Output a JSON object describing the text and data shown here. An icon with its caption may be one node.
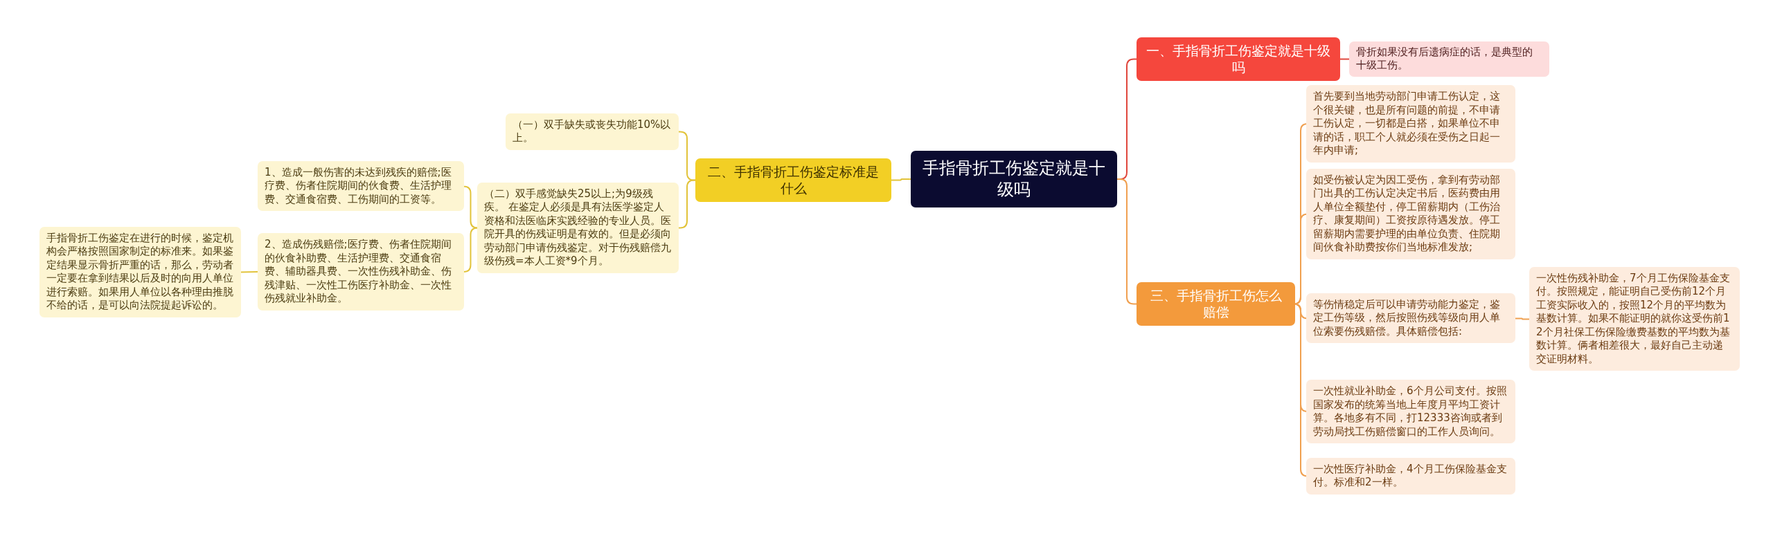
{
  "diagram": {
    "nodes": [
      {
        "text": [
          "手指骨折工伤鉴定就是十级吗"
        ]
      },
      {
        "text": [
          "一、手指骨折工伤鉴定就是十级吗"
        ]
      },
      {
        "text": [
          "骨折如果没有后遗病症的话，是典型的十级工伤。"
        ]
      },
      {
        "text": [
          "二、手指骨折工伤鉴定标准是什么"
        ]
      },
      {
        "text": [
          "（一）双手缺失或丧失功能10%以上。"
        ]
      },
      {
        "text": [
          "（二）双手感觉缺失25以上;为9级残疾。 在鉴定人必须是具有法医学鉴定人资格和法医临床实践经验的专业人员。医院开具的伤残证明是有效的。但是必须向劳动部门申请伤残鉴定。对于伤残赔偿九级伤残=本人工资*9个月。"
        ]
      },
      {
        "text": [
          "1、造成一般伤害的未达到残疾的赔偿;医疗费、伤者住院期间的伙食费、生活护理费、交通食宿费、工伤期间的工资等。"
        ]
      },
      {
        "text": [
          "2、造成伤残赔偿;医疗费、伤者住院期间的伙食补助费、生活护理费、交通食宿费、辅助器具费、一次性伤残补助金、伤残津贴、一次性工伤医疗补助金、一次性伤残就业补助金。"
        ]
      },
      {
        "text": [
          "手指骨折工伤鉴定在进行的时候，鉴定机构会严格按照国家制定的标准来。如果鉴定结果显示骨折严重的话，那么，劳动者一定要在拿到结果以后及时的向用人单位进行索赔。如果用人单位以各种理由推脱不给的话，是可以向法院提起诉讼的。"
        ]
      },
      {
        "text": [
          "三、手指骨折工伤怎么赔偿"
        ]
      },
      {
        "text": [
          "首先要到当地劳动部门申请工伤认定，这个很关键，也是所有问题的前提，不申请工伤认定，一切都是白搭，如果单位不申请的话，职工个人就必须在受伤之日起一年内申请;"
        ]
      },
      {
        "text": [
          "如受伤被认定为因工受伤，拿到有劳动部门出具的工伤认定决定书后，医药费由用人单位全额垫付，停工留薪期内（工伤治疗、康复期间）工资按原待遇发放。停工留薪期内需要护理的由单位负责、住院期间伙食补助费按你们当地标准发放;"
        ]
      },
      {
        "text": [
          "等伤情稳定后可以申请劳动能力鉴定，鉴定工伤等级，然后按照伤残等级向用人单位索要伤残赔偿。具体赔偿包括:"
        ]
      },
      {
        "text": [
          "一次性伤残补助金，7个月工伤保险基金支付。按照规定，能证明自己受伤前12个月工资实际收入的，按照12个月的平均数为基数计算。如果不能证明的就你这受伤前12个月社保工伤保险缴费基数的平均数为基数计算。俩者相差很大，最好自己主动递交证明材料。"
        ]
      },
      {
        "text": [
          "一次性就业补助金，6个月公司支付。按照国家发布的统筹当地上年度月平均工资计算。各地多有不同，打12333咨询或者到劳动局找工伤赔偿窗口的工作人员询问。"
        ]
      },
      {
        "text": [
          "一次性医疗补助金，4个月工伤保险基金支付。标准和2一样。"
        ]
      }
    ],
    "edges": [
      {
        "from": 0,
        "to": 1,
        "arrow": "none",
        "color": "#e0463c"
      },
      {
        "from": 1,
        "to": 2,
        "arrow": "none",
        "color": "#e0463c"
      },
      {
        "from": 0,
        "to": 3,
        "arrow": "none",
        "color": "#e2c33a"
      },
      {
        "from": 3,
        "to": 4,
        "arrow": "none",
        "color": "#e2c33a"
      },
      {
        "from": 3,
        "to": 5,
        "arrow": "none",
        "color": "#e2c33a"
      },
      {
        "from": 5,
        "to": 6,
        "arrow": "none",
        "color": "#e2c33a"
      },
      {
        "from": 5,
        "to": 7,
        "arrow": "none",
        "color": "#e2c33a"
      },
      {
        "from": 7,
        "to": 8,
        "arrow": "none",
        "color": "#e2c33a"
      },
      {
        "from": 0,
        "to": 9,
        "arrow": "none"
      },
      {
        "from": 9,
        "to": 10,
        "arrow": "none"
      },
      {
        "from": 9,
        "to": 11,
        "arrow": "none"
      },
      {
        "from": 9,
        "to": 12,
        "arrow": "none"
      },
      {
        "from": 12,
        "to": 13,
        "arrow": "none"
      },
      {
        "from": 9,
        "to": 14,
        "arrow": "none"
      },
      {
        "from": 9,
        "to": 15,
        "arrow": "none"
      }
    ]
  }
}
